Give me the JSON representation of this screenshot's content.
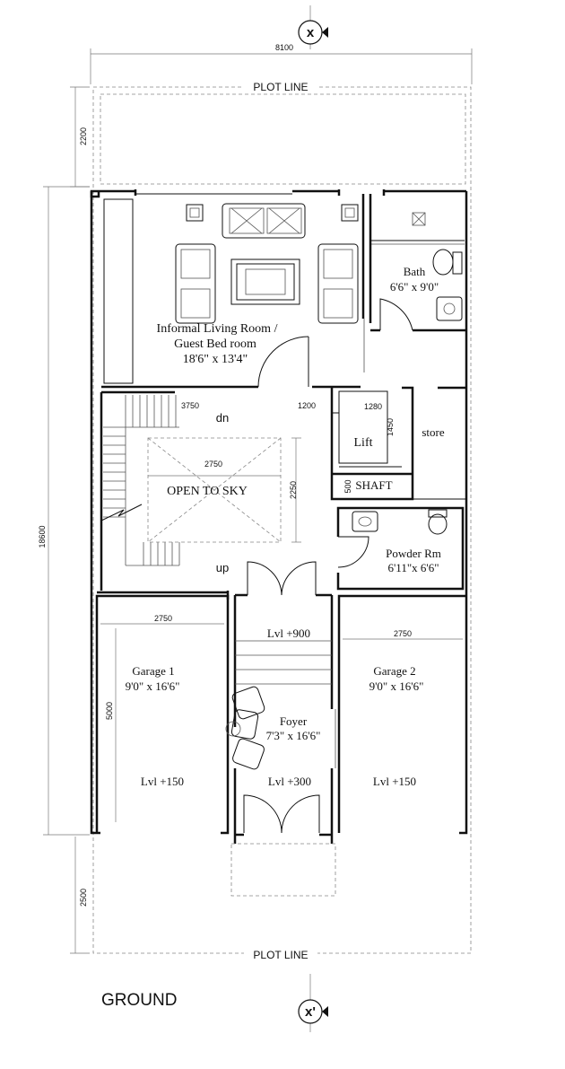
{
  "top_marker": "x",
  "bottom_marker": "x'",
  "plot_line_top": "PLOT LINE",
  "plot_line_bottom": "PLOT LINE",
  "floor_label": "GROUND",
  "dimensions": {
    "overall_width": "8100",
    "overall_depth": "18600",
    "front_setback": "2200",
    "rear_setback": "2500",
    "stair_width": "3750",
    "passage_width": "1200",
    "lift_width": "1280",
    "lift_depth": "1450",
    "shaft_depth": "500",
    "court_width": "2750",
    "court_depth": "2250",
    "garage1_width": "2750",
    "garage2_width": "2750",
    "garage_depth": "5000"
  },
  "rooms": {
    "living": {
      "name1": "Informal Living Room /",
      "name2": "Guest Bed room",
      "size": "18'6\" x 13'4\""
    },
    "bath": {
      "name": "Bath",
      "size": "6'6\" x 9'0\""
    },
    "lift": "Lift",
    "store": "store",
    "shaft": "SHAFT",
    "open_to_sky": "OPEN TO SKY",
    "stair_dn": "dn",
    "stair_up": "up",
    "powder": {
      "name": "Powder Rm",
      "size": "6'11\"x 6'6\""
    },
    "lvl_900": "Lvl +900",
    "garage1": {
      "name": "Garage 1",
      "size": "9'0\" x 16'6\"",
      "level": "Lvl +150"
    },
    "garage2": {
      "name": "Garage 2",
      "size": "9'0\" x 16'6\"",
      "level": "Lvl +150"
    },
    "foyer": {
      "name": "Foyer",
      "size": "7'3\" x 16'6\"",
      "level": "Lvl +300"
    }
  }
}
